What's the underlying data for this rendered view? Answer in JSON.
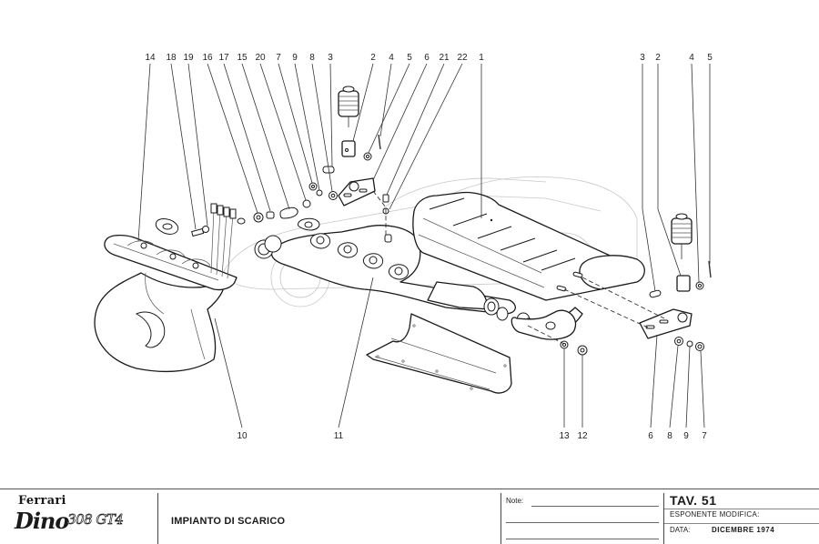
{
  "diagram": {
    "title": "IMPIANTO DI SCARICO",
    "callouts_top_left": [
      "14",
      "18",
      "19",
      "16",
      "17",
      "15",
      "20",
      "7",
      "9",
      "8",
      "3",
      "2",
      "4",
      "5",
      "6",
      "21",
      "22",
      "1"
    ],
    "callouts_top_right": [
      "3",
      "2",
      "4",
      "5"
    ],
    "callouts_bottom": [
      "10",
      "11",
      "13",
      "12",
      "6",
      "8",
      "9",
      "7"
    ]
  },
  "titleblock": {
    "brand": "Ferrari",
    "model": "Dino",
    "model_variant": "308 GT4",
    "sheet_title": "IMPIANTO DI SCARICO",
    "note_label": "Note:",
    "table_number": "TAV. 51",
    "revision_label": "ESPONENTE MODIFICA:",
    "revision_value": "",
    "date_label": "DATA:",
    "date_value": "DICEMBRE 1974"
  }
}
